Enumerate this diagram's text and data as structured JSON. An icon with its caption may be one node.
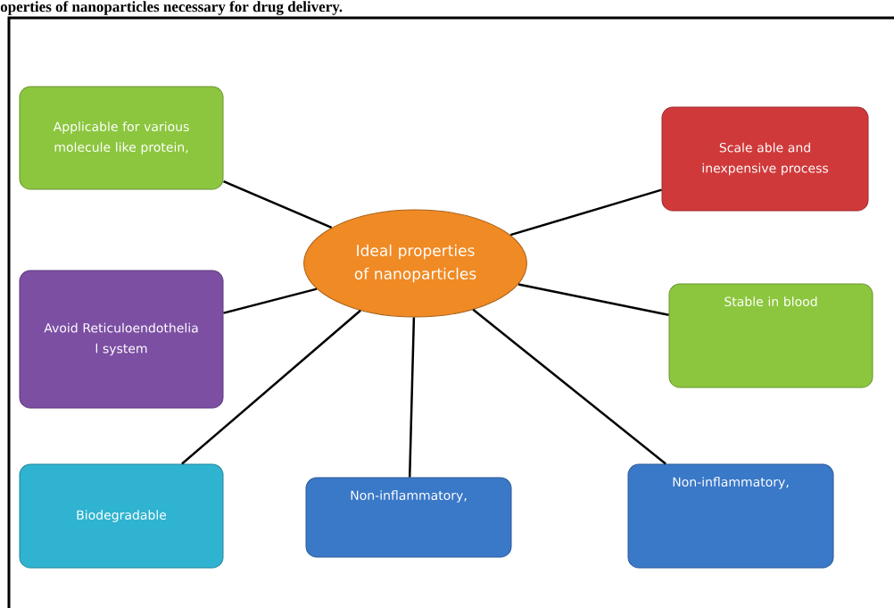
{
  "diagram": {
    "title": "operties of nanoparticles necessary for drug delivery.",
    "nodes": [
      {
        "text": [
          "Ideal properties of nanoparticles"
        ]
      },
      {
        "text": [
          "Applicable for various molecule like protein,"
        ]
      },
      {
        "text": [
          "Scale able and inexpensive process"
        ]
      },
      {
        "text": [
          "Avoid Reticuloendothelia l system"
        ]
      },
      {
        "text": [
          "Stable in blood"
        ]
      },
      {
        "text": [
          "Biodegradable"
        ]
      },
      {
        "text": [
          "Non-inflammatory,"
        ]
      },
      {
        "text": [
          "Non-inflammatory,"
        ]
      }
    ],
    "edges": [
      {
        "from": 0,
        "to": 1,
        "arrow": "none"
      },
      {
        "from": 0,
        "to": 2,
        "arrow": "none"
      },
      {
        "from": 0,
        "to": 3,
        "arrow": "none"
      },
      {
        "from": 0,
        "to": 4,
        "arrow": "none"
      },
      {
        "from": 0,
        "to": 5,
        "arrow": "none"
      },
      {
        "from": 0,
        "to": 6,
        "arrow": "none"
      },
      {
        "from": 0,
        "to": 7,
        "arrow": "none"
      }
    ]
  }
}
